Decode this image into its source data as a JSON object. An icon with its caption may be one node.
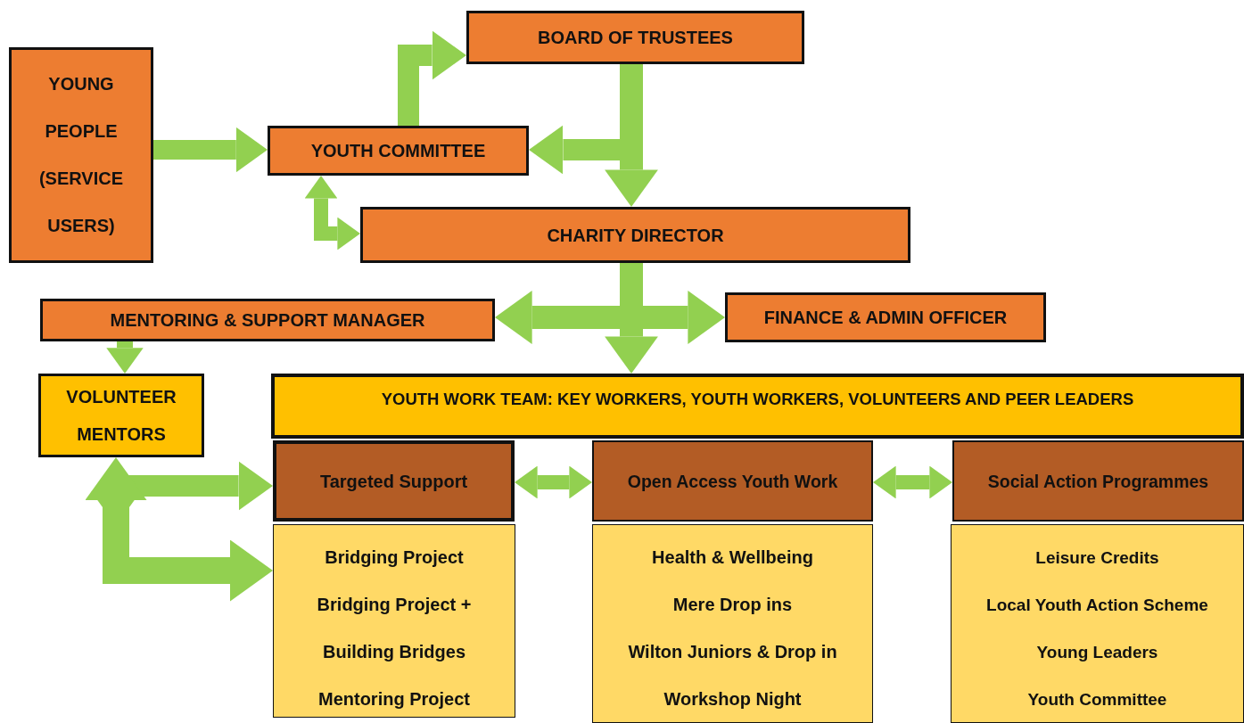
{
  "diagram": {
    "nodes": [
      {
        "text": [
          "YOUNG PEOPLE (SERVICE USERS)"
        ]
      },
      {
        "text": [
          "BOARD OF TRUSTEES"
        ]
      },
      {
        "text": [
          "YOUTH COMMITTEE"
        ]
      },
      {
        "text": [
          "CHARITY DIRECTOR"
        ]
      },
      {
        "text": [
          "MENTORING & SUPPORT MANAGER"
        ]
      },
      {
        "text": [
          "FINANCE & ADMIN OFFICER"
        ]
      },
      {
        "text": [
          "VOLUNTEER MENTORS"
        ]
      },
      {
        "text": [
          "YOUTH WORK TEAM: KEY WORKERS, YOUTH WORKERS, VOLUNTEERS AND PEER LEADERS"
        ]
      },
      {
        "text": [
          "Targeted Support"
        ]
      },
      {
        "text": [
          "Open Access Youth Work"
        ]
      },
      {
        "text": [
          "Social Action Programmes"
        ]
      },
      {
        "text": [
          "Bridging Project",
          "Bridging Project +",
          "Building Bridges",
          "Mentoring Project"
        ]
      },
      {
        "text": [
          "Health & Wellbeing",
          "Mere Drop ins",
          "Wilton Juniors & Drop in",
          "Workshop Night"
        ]
      },
      {
        "text": [
          "Leisure Credits",
          "Local Youth Action Scheme",
          "Young Leaders",
          "Youth Committee"
        ]
      }
    ],
    "edges": [
      {
        "from": 0,
        "to": 2,
        "arrow": "to"
      },
      {
        "from": 2,
        "to": 1,
        "arrow": "to"
      },
      {
        "from": 1,
        "to": 3,
        "arrow": "to"
      },
      {
        "from": 1,
        "to": 2,
        "arrow": "to"
      },
      {
        "from": 3,
        "to": 2,
        "arrow": "both"
      },
      {
        "from": 3,
        "to": 4,
        "arrow": "to"
      },
      {
        "from": 3,
        "to": 5,
        "arrow": "to"
      },
      {
        "from": 3,
        "to": 7,
        "arrow": "to"
      },
      {
        "from": 4,
        "to": 6,
        "arrow": "to"
      },
      {
        "from": 6,
        "to": 8,
        "arrow": "both"
      },
      {
        "from": 6,
        "to": 11,
        "arrow": "both"
      },
      {
        "from": 8,
        "to": 9,
        "arrow": "both"
      },
      {
        "from": 9,
        "to": 10,
        "arrow": "both"
      }
    ]
  }
}
